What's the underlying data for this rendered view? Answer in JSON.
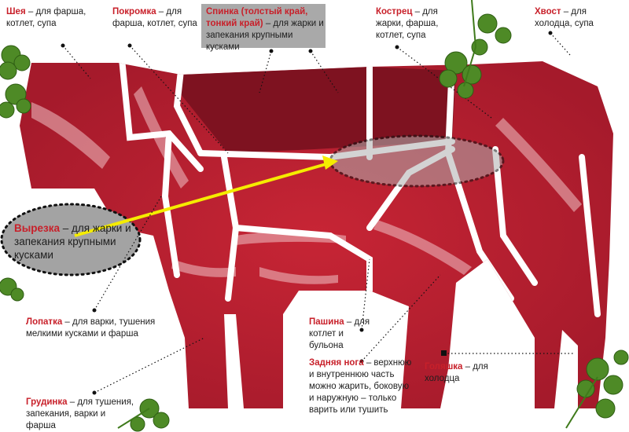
{
  "labels": {
    "neck": {
      "name": "Шея",
      "text": " – для фарша, котлет, супа"
    },
    "flank_top": {
      "name": "Покромка",
      "text": " – для фарша, котлет, супа"
    },
    "back": {
      "name": "Спинка (толстый край, тонкий край)",
      "text": " – для жарки и запекания крупными кусками"
    },
    "rump": {
      "name": "Кострец",
      "text": " – для жарки, фарша, котлет, супа"
    },
    "tail": {
      "name": "Хвост",
      "text": " – для холодца, супа"
    },
    "tenderloin": {
      "name": "Вырезка",
      "text": " – для жарки и запекания крупными кусками"
    },
    "shoulder": {
      "name": "Лопатка",
      "text": " – для варки, тушения мелкими кусками и фарша"
    },
    "brisket": {
      "name": "Грудинка",
      "text": " – для тушения, запекания, варки и фарша"
    },
    "flank": {
      "name": "Пашина",
      "text": " – для котлет и бульона"
    },
    "hind_leg": {
      "name": "Задняя нога",
      "text": " – верхнюю и внутреннюю часть можно жарить, боковую и наружную – только варить или тушить"
    },
    "shank": {
      "name": "Голяшка",
      "text": " – для холодца"
    }
  },
  "colors": {
    "meat": "#b41d30",
    "meat_dark": "#7e1220",
    "seam": "#ffffff",
    "label_red": "#c8202a",
    "arrow": "#f5ec00",
    "parsley": "#4e8a26",
    "oval_fill": "#9a9a9a"
  },
  "icons": [
    "parsley-sprig",
    "yellow-arrow"
  ]
}
